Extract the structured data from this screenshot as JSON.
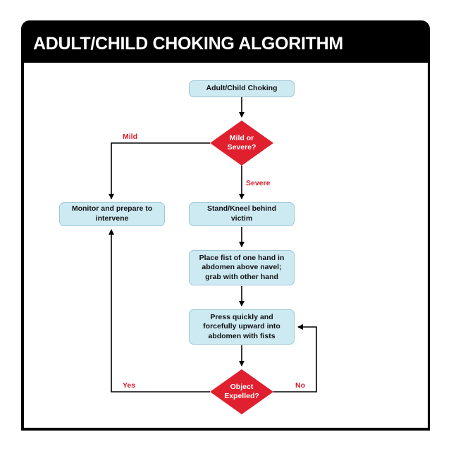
{
  "title": "ADULT/CHILD CHOKING ALGORITHM",
  "colors": {
    "frame": "#000000",
    "box_fill": "#cdeaf3",
    "decision_fill": "#e0202e",
    "label": "#d3202e"
  },
  "nodes": {
    "start": "Adult/Child Choking",
    "decision1": "Mild or\nSevere?",
    "monitor": "Monitor and prepare to\nintervene",
    "stand": "Stand/Kneel behind\nvictim",
    "place": "Place fist of one hand in\nabdomen above navel;\ngrab with other hand",
    "press": "Press quickly and\nforcefully upward into\nabdomen with fists",
    "decision2": "Object\nExpelled?"
  },
  "edges": {
    "mild": "Mild",
    "severe": "Severe",
    "yes": "Yes",
    "no": "No"
  }
}
